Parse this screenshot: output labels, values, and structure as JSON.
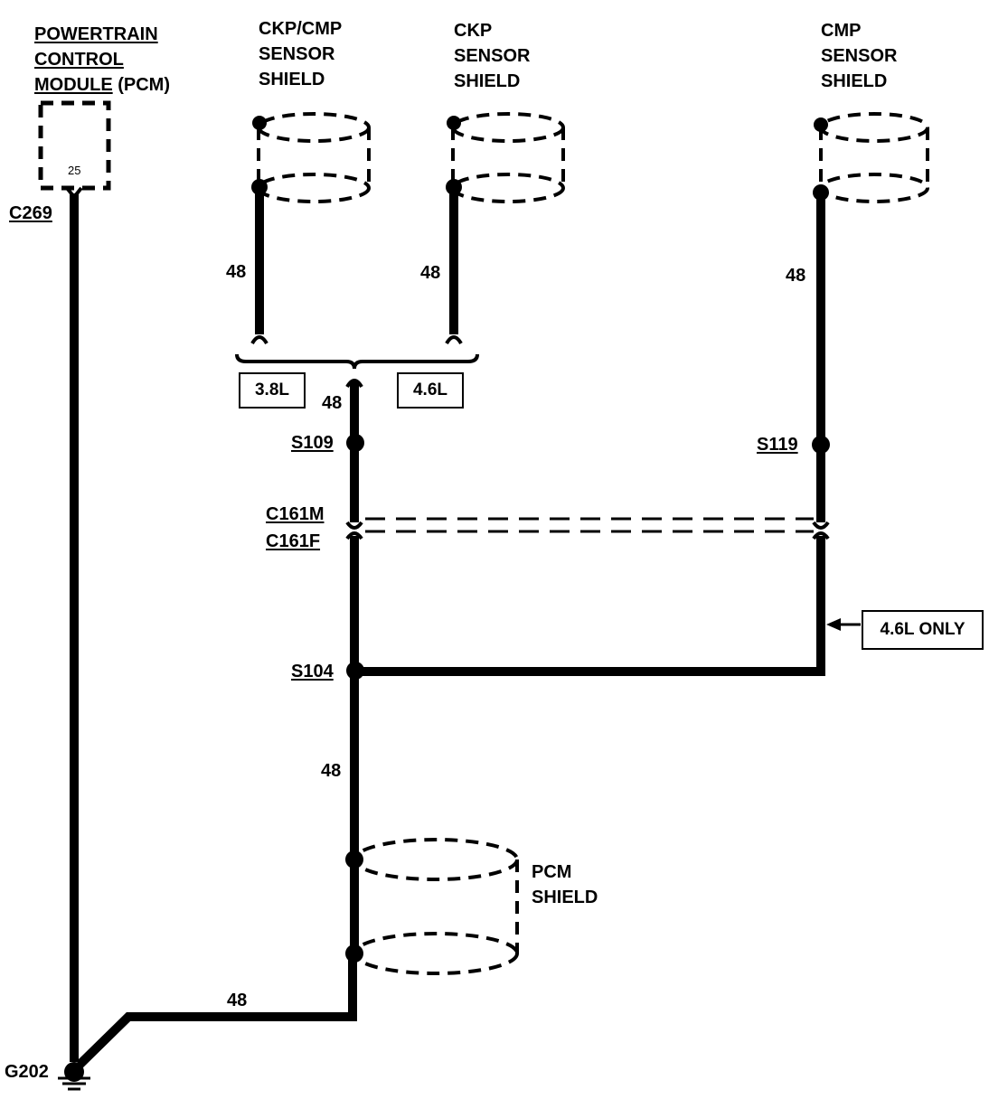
{
  "pcm": {
    "title_line1": "POWERTRAIN",
    "title_line2": "CONTROL",
    "title_line3": "MODULE",
    "title_suffix": "(PCM)",
    "pin": "25",
    "connector": "C269"
  },
  "shields": {
    "ckp_cmp": {
      "line1": "CKP/CMP",
      "line2": "SENSOR",
      "line3": "SHIELD"
    },
    "ckp": {
      "line1": "CKP",
      "line2": "SENSOR",
      "line3": "SHIELD"
    },
    "cmp": {
      "line1": "CMP",
      "line2": "SENSOR",
      "line3": "SHIELD"
    },
    "pcm": {
      "line1": "PCM",
      "line2": "SHIELD"
    }
  },
  "wires": {
    "ckp_cmp_wire": "48",
    "ckp_wire": "48",
    "cmp_wire": "48",
    "main_upper": "48",
    "main_lower": "48",
    "ground_run": "48"
  },
  "engine_options": {
    "left": "3.8L",
    "right": "4.6L",
    "note": "4.6L ONLY"
  },
  "splices": {
    "s109": "S109",
    "s119": "S119",
    "s104": "S104"
  },
  "connectors": {
    "male": "C161M",
    "female": "C161F"
  },
  "ground": {
    "label": "G202"
  }
}
